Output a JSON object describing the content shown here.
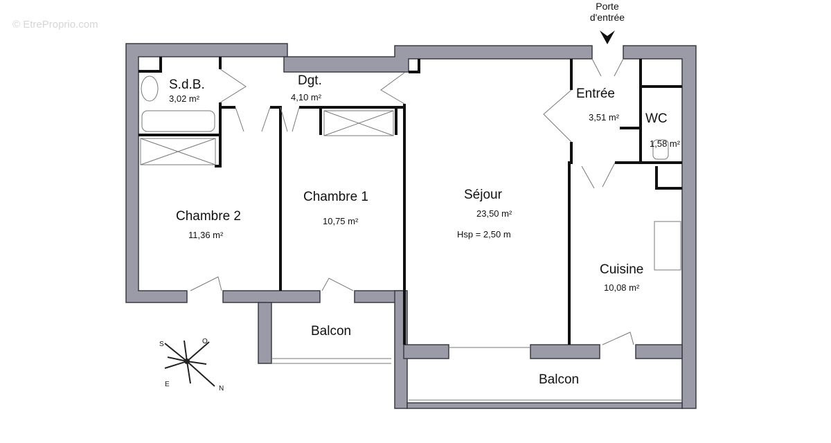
{
  "watermark": "© EtreProprio.com",
  "entrance": {
    "line1": "Porte",
    "line2": "d'entrée",
    "icon": "arrow-down-icon"
  },
  "rooms": [
    {
      "id": "sdb",
      "name": "S.d.B.",
      "area": "3,02 m²"
    },
    {
      "id": "dgt",
      "name": "Dgt.",
      "area": "4,10 m²"
    },
    {
      "id": "entree",
      "name": "Entrée",
      "area": "3,51 m²"
    },
    {
      "id": "wc",
      "name": "WC",
      "area": "1,58 m²"
    },
    {
      "id": "chambre2",
      "name": "Chambre 2",
      "area": "11,36 m²"
    },
    {
      "id": "chambre1",
      "name": "Chambre 1",
      "area": "10,75 m²"
    },
    {
      "id": "sejour",
      "name": "Séjour",
      "area": "23,50 m²",
      "extra": "Hsp = 2,50 m"
    },
    {
      "id": "cuisine",
      "name": "Cuisine",
      "area": "10,08 m²"
    },
    {
      "id": "balcon1",
      "name": "Balcon"
    },
    {
      "id": "balcon2",
      "name": "Balcon"
    }
  ],
  "compass": {
    "labels": [
      "S",
      "O",
      "E",
      "N"
    ],
    "icon": "compass-rose-icon"
  },
  "colors": {
    "wall": "#9b9ba8",
    "outline": "#3a3a44"
  }
}
